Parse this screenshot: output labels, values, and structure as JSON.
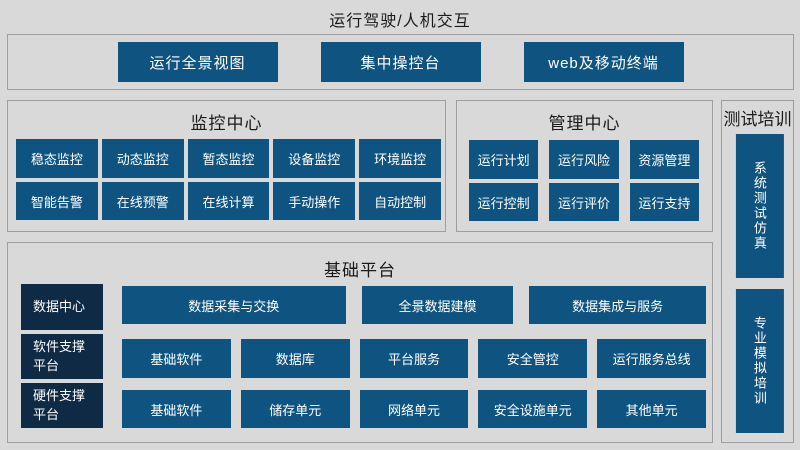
{
  "colors": {
    "background": "#d9d9d9",
    "panel_border": "#9e9e9e",
    "button_blue": "#0f5480",
    "category_navy": "#0e2a45",
    "title_text": "#1a1a1a",
    "button_text": "#ffffff"
  },
  "header": {
    "title": "运行驾驶/人机交互"
  },
  "interaction_panel": {
    "buttons": [
      "运行全景视图",
      "集中操控台",
      "web及移动终端"
    ]
  },
  "monitoring_center": {
    "title": "监控中心",
    "rows": [
      [
        "稳态监控",
        "动态监控",
        "暂态监控",
        "设备监控",
        "环境监控"
      ],
      [
        "智能告警",
        "在线预警",
        "在线计算",
        "手动操作",
        "自动控制"
      ]
    ]
  },
  "management_center": {
    "title": "管理中心",
    "rows": [
      [
        "运行计划",
        "运行风险",
        "资源管理"
      ],
      [
        "运行控制",
        "运行评价",
        "运行支持"
      ]
    ]
  },
  "test_training": {
    "title": "测试培训",
    "buttons": [
      "系统测试仿真",
      "专业模拟培训"
    ]
  },
  "base_platform": {
    "title": "基础平台",
    "categories": [
      "数据中心",
      "软件支撑平台",
      "硬件支撑平台"
    ],
    "rows": [
      [
        "数据采集与交换",
        "全景数据建模",
        "数据集成与服务"
      ],
      [
        "基础软件",
        "数据库",
        "平台服务",
        "安全管控",
        "运行服务总线"
      ],
      [
        "基础软件",
        "储存单元",
        "网络单元",
        "安全设施单元",
        "其他单元"
      ]
    ]
  }
}
